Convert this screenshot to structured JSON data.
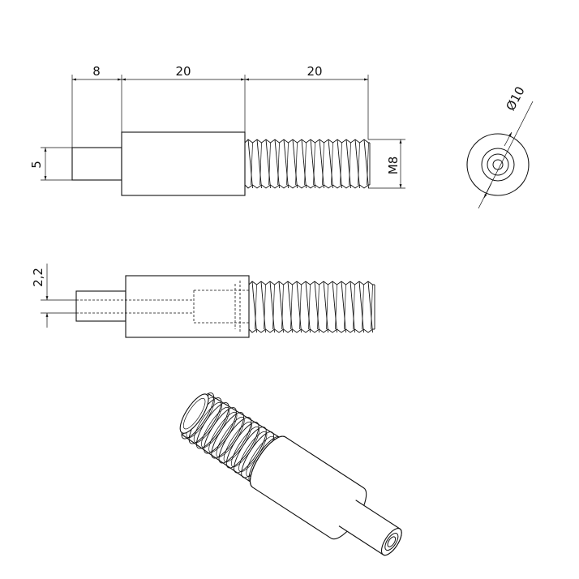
{
  "drawing": {
    "side_view": {
      "dim_pin_length": "8",
      "dim_body_length": "20",
      "dim_thread_length": "20",
      "dim_pin_diameter": "5",
      "dim_thread_size": "M8"
    },
    "end_view": {
      "dim_outer_diameter": "Ø10"
    },
    "section_view": {
      "dim_bore_diameter": "2,2"
    }
  }
}
